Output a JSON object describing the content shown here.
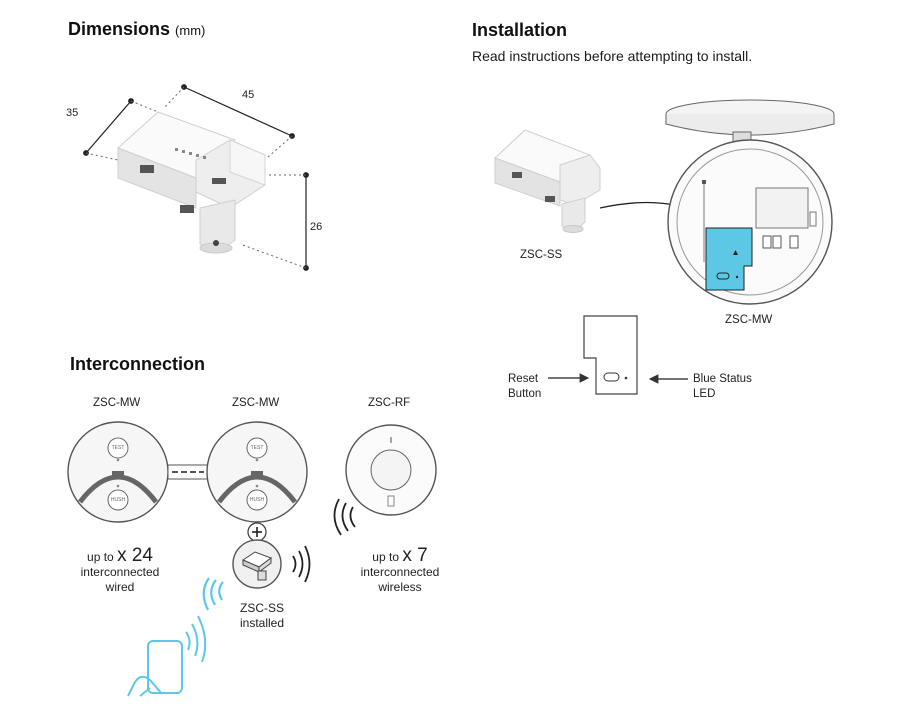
{
  "dimensions": {
    "title": "Dimensions",
    "unit": "(mm)",
    "width": "45",
    "depth": "35",
    "height": "26"
  },
  "installation": {
    "title": "Installation",
    "subtitle": "Read instructions before attempting to install.",
    "sensor_label": "ZSC-SS",
    "base_label": "ZSC-MW",
    "reset_label_line1": "Reset",
    "reset_label_line2": "Button",
    "led_label_line1": "Blue Status",
    "led_label_line2": "LED"
  },
  "interconnection": {
    "title": "Interconnection",
    "unit1_label": "ZSC-MW",
    "unit2_label": "ZSC-MW",
    "unit3_label": "ZSC-RF",
    "test_label": "TEST",
    "hush_label": "HUSH",
    "wired_prefix": "up to",
    "wired_count": "x 24",
    "wired_line2": "interconnected",
    "wired_line3": "wired",
    "wireless_prefix": "up to",
    "wireless_count": "x 7",
    "wireless_line2": "interconnected",
    "wireless_line3": "wireless",
    "ss_line1": "ZSC-SS",
    "ss_line2": "installed"
  },
  "colors": {
    "accent": "#5cc8e6",
    "line": "#333333",
    "device_fill": "#f2f2f2"
  }
}
